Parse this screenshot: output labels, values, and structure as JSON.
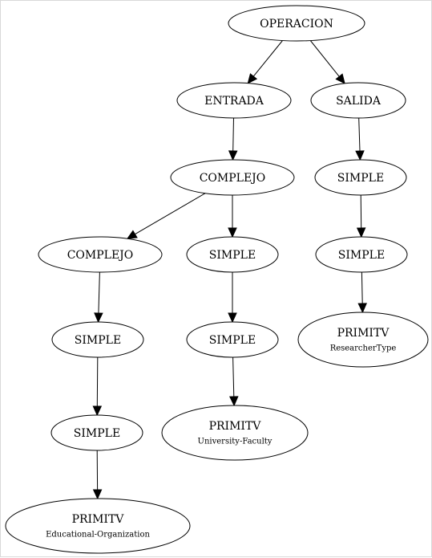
{
  "diagram": {
    "nodes": [
      {
        "id": "operacion",
        "label": "OPERACION",
        "sublabel": ""
      },
      {
        "id": "entrada",
        "label": "ENTRADA",
        "sublabel": ""
      },
      {
        "id": "salida",
        "label": "SALIDA",
        "sublabel": ""
      },
      {
        "id": "complejo-1",
        "label": "COMPLEJO",
        "sublabel": ""
      },
      {
        "id": "simple-salida-1",
        "label": "SIMPLE",
        "sublabel": ""
      },
      {
        "id": "complejo-2",
        "label": "COMPLEJO",
        "sublabel": ""
      },
      {
        "id": "simple-mid-1",
        "label": "SIMPLE",
        "sublabel": ""
      },
      {
        "id": "simple-salida-2",
        "label": "SIMPLE",
        "sublabel": ""
      },
      {
        "id": "simple-left-1",
        "label": "SIMPLE",
        "sublabel": ""
      },
      {
        "id": "simple-mid-2",
        "label": "SIMPLE",
        "sublabel": ""
      },
      {
        "id": "primitv-researcher",
        "label": "PRIMITV",
        "sublabel": "ResearcherType"
      },
      {
        "id": "simple-left-2",
        "label": "SIMPLE",
        "sublabel": ""
      },
      {
        "id": "primitv-university",
        "label": "PRIMITV",
        "sublabel": "University-Faculty"
      },
      {
        "id": "primitv-educational",
        "label": "PRIMITV",
        "sublabel": "Educational-Organization"
      }
    ],
    "edges": [
      {
        "from": "operacion",
        "to": "entrada"
      },
      {
        "from": "operacion",
        "to": "salida"
      },
      {
        "from": "entrada",
        "to": "complejo-1"
      },
      {
        "from": "salida",
        "to": "simple-salida-1"
      },
      {
        "from": "complejo-1",
        "to": "complejo-2"
      },
      {
        "from": "complejo-1",
        "to": "simple-mid-1"
      },
      {
        "from": "simple-salida-1",
        "to": "simple-salida-2"
      },
      {
        "from": "complejo-2",
        "to": "simple-left-1"
      },
      {
        "from": "simple-mid-1",
        "to": "simple-mid-2"
      },
      {
        "from": "simple-salida-2",
        "to": "primitv-researcher"
      },
      {
        "from": "simple-left-1",
        "to": "simple-left-2"
      },
      {
        "from": "simple-mid-2",
        "to": "primitv-university"
      },
      {
        "from": "simple-left-2",
        "to": "primitv-educational"
      }
    ]
  }
}
